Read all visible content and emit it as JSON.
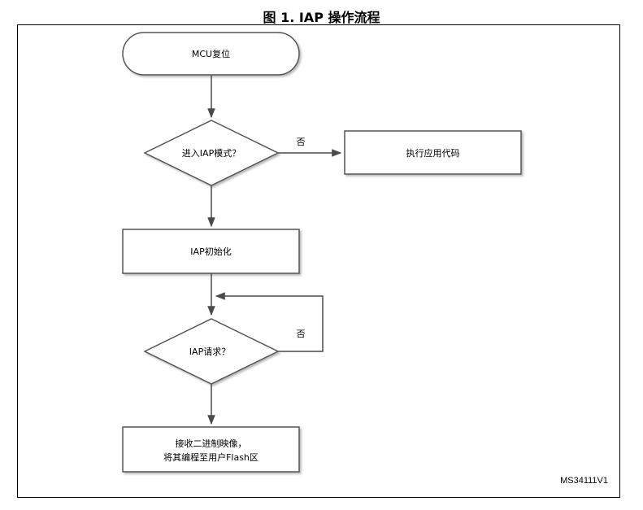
{
  "title": "图 1. IAP 操作流程",
  "nodes": {
    "start": "MCU复位",
    "decision_enter": "进入IAP模式？",
    "run_app": "执行应用代码",
    "init": "IAP初始化",
    "decision_request": "IAP请求？",
    "receive_line1": "接收二进制映像，",
    "receive_line2": "将其编程至用户Flash区"
  },
  "edges": {
    "no_label_1": "否",
    "no_label_2": "否"
  },
  "figure_code": "MS34111V1"
}
